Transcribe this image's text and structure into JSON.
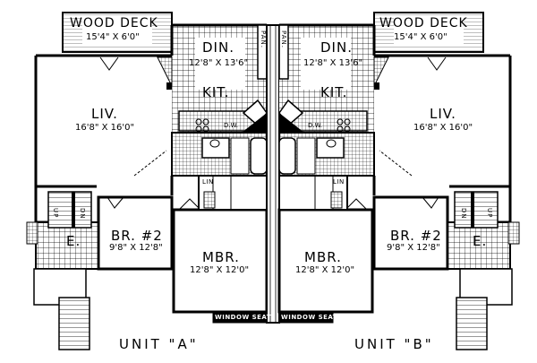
{
  "units": [
    {
      "label": "UNIT \"A\"",
      "wood_deck": {
        "name": "WOOD DECK",
        "dims": "15'4\" X 6'0\""
      },
      "dining": {
        "name": "DIN.",
        "dims": "12'8\" X 13'6\""
      },
      "kitchen": {
        "name": "KIT."
      },
      "pantry": "PAN.",
      "living": {
        "name": "LIV.",
        "dims": "16'8\" X 16'0\""
      },
      "bedroom2": {
        "name": "BR. #2",
        "dims": "9'8\" X 12'8\""
      },
      "master": {
        "name": "MBR.",
        "dims": "12'8\" X 12'0\""
      },
      "entry": "E.",
      "up": "UP",
      "dn": "DN",
      "linen": "LIN",
      "dw": "D.W.",
      "window_seat": "WINDOW SEAT"
    },
    {
      "label": "UNIT \"B\"",
      "wood_deck": {
        "name": "WOOD DECK",
        "dims": "15'4\" X 6'0\""
      },
      "dining": {
        "name": "DIN.",
        "dims": "12'8\" X 13'6\""
      },
      "kitchen": {
        "name": "KIT."
      },
      "pantry": "PAN.",
      "living": {
        "name": "LIV.",
        "dims": "16'8\" X 16'0\""
      },
      "bedroom2": {
        "name": "BR. #2",
        "dims": "9'8\" X 12'8\""
      },
      "master": {
        "name": "MBR.",
        "dims": "12'8\" X 12'0\""
      },
      "entry": "E.",
      "up": "UP",
      "dn": "DN",
      "linen": "LIN",
      "dw": "D.W.",
      "window_seat": "WINDOW SEAT"
    }
  ]
}
